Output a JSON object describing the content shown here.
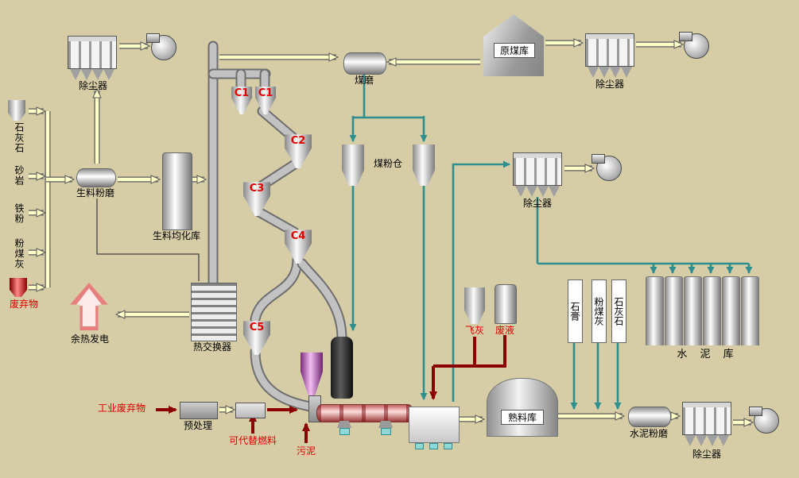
{
  "colors": {
    "background": "#d6cda6",
    "red_text": "#dd0000",
    "teal_line": "#2f8f8f",
    "dark_red_line": "#8b0000",
    "yellow_arrow": "#ffffc8"
  },
  "top_left": {
    "dust_collector": "除尘器"
  },
  "raw_materials": {
    "limestone": "石灰石",
    "sandstone": "砂岩",
    "iron_powder": "铁粉",
    "fly_ash": "粉煤灰",
    "waste": "废弃物"
  },
  "raw_milling": {
    "raw_mill": "生料粉磨",
    "homogenizing_silo": "生料均化库"
  },
  "preheater": {
    "cyclone_c1a": "C1",
    "cyclone_c1b": "C1",
    "cyclone_c2": "C2",
    "cyclone_c3": "C3",
    "cyclone_c4": "C4",
    "cyclone_c5": "C5",
    "heat_exchanger": "热交换器",
    "waste_heat_power": "余热发电"
  },
  "coal_system": {
    "coal_mill": "煤磨",
    "raw_coal_store": "原煤库",
    "coal_powder_silo": "煤粉仓",
    "dust_collector_top": "除尘器",
    "dust_collector_mid": "除尘器"
  },
  "kiln_system": {
    "industrial_waste": "工业废弃物",
    "pretreatment": "预处理",
    "alternative_fuel": "可代替燃料",
    "sludge": "污泥",
    "fly_ash_injection": "飞灰",
    "waste_liquid": "废液",
    "clinker_silo": "熟料库"
  },
  "cement_system": {
    "gypsum": "石膏",
    "fly_ash_additive": "粉煤灰",
    "limestone_additive": "石灰石",
    "cement_silo": "水 泥 库",
    "cement_mill": "水泥粉磨",
    "dust_collector": "除尘器"
  }
}
